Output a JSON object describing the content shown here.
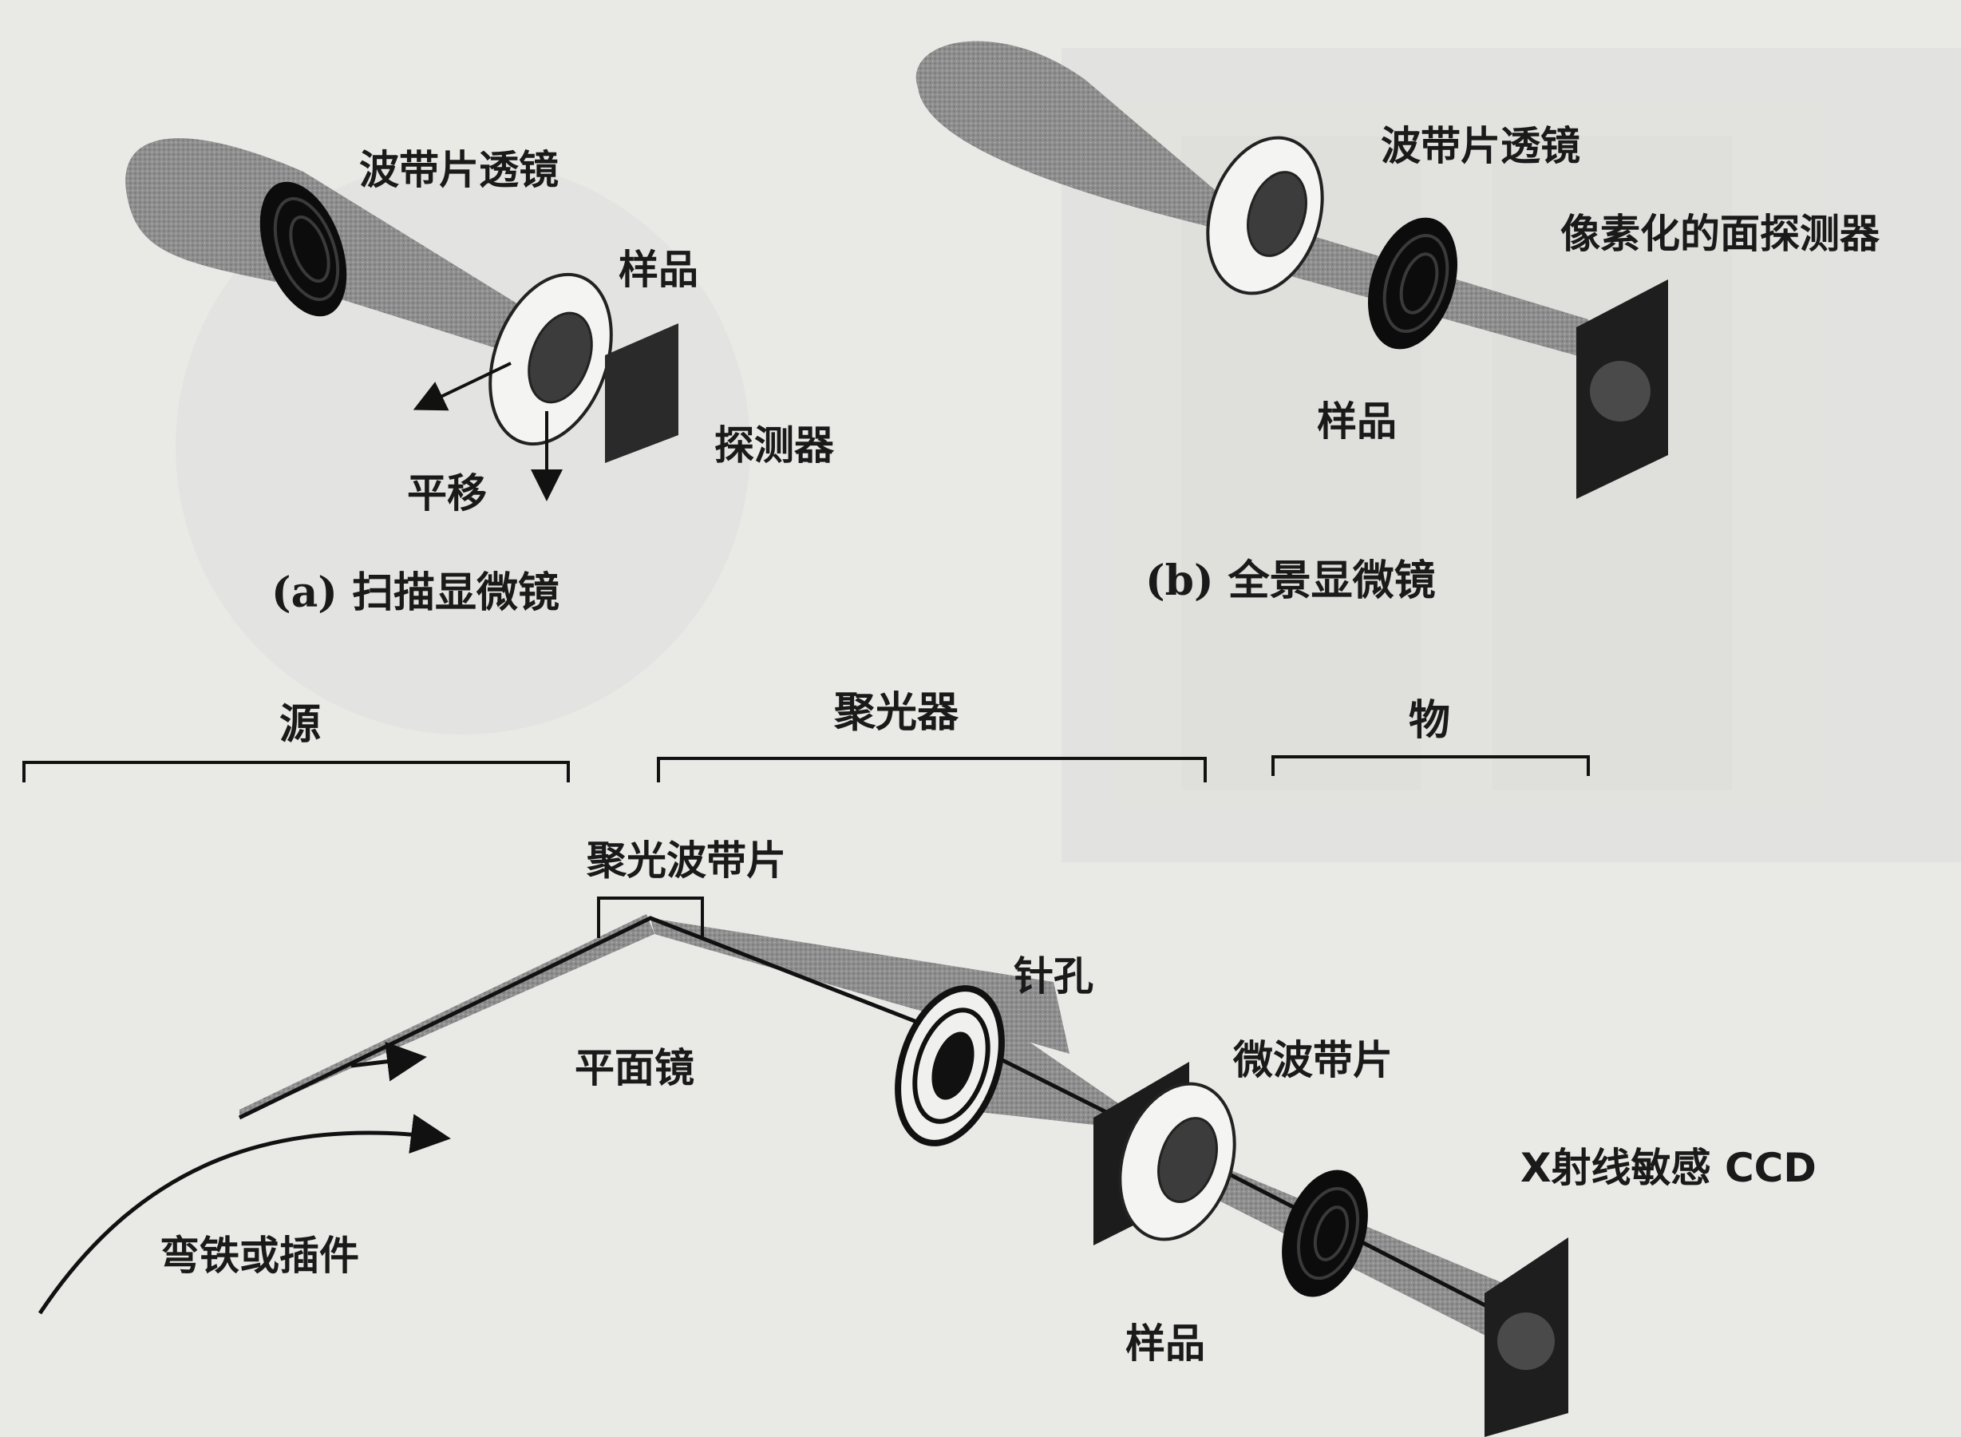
{
  "panel_a": {
    "caption": "(a) 扫描显微镜",
    "zone_plate_label": "波带片透镜",
    "sample_label": "样品",
    "detector_label": "探测器",
    "translate_label": "平移"
  },
  "panel_b": {
    "caption": "(b) 全景显微镜",
    "zone_plate_label": "波带片透镜",
    "detector_label": "像素化的面探测器",
    "sample_label": "样品"
  },
  "panel_c": {
    "section_source": "源",
    "section_condenser": "聚光器",
    "section_object": "物",
    "condenser_zone_plate_label": "聚光波带片",
    "flat_mirror_label": "平面镜",
    "pinhole_label": "针孔",
    "micro_zone_plate_label": "微波带片",
    "ccd_label": "X射线敏感 CCD",
    "bend_magnet_label": "弯铁或插件",
    "sample_label": "样品"
  }
}
